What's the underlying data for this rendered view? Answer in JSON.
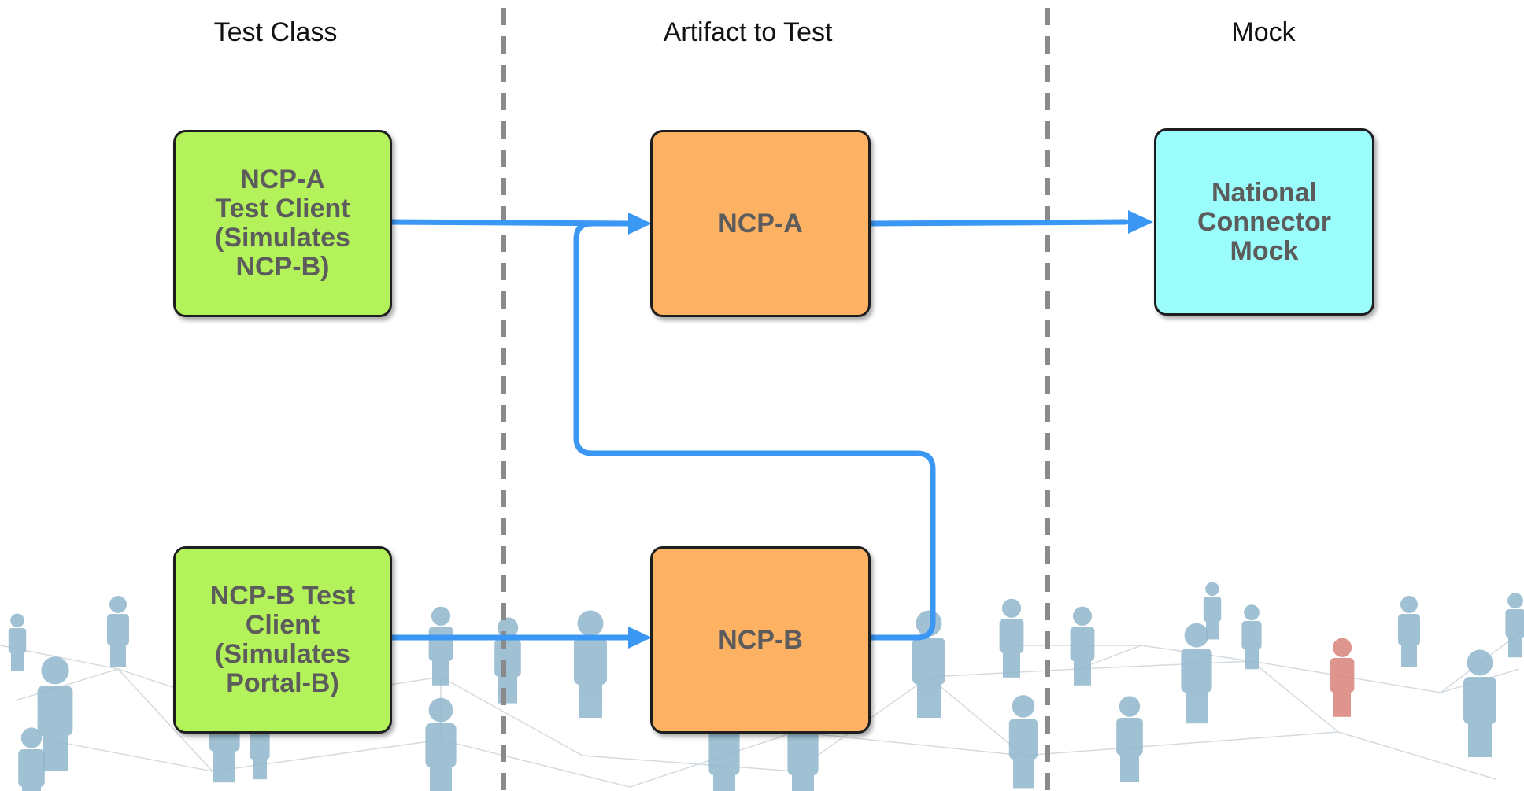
{
  "headers": {
    "test_class": "Test Class",
    "artifact": "Artifact to Test",
    "mock": "Mock"
  },
  "boxes": {
    "ncpa_client": "NCP-A\nTest Client\n(Simulates\nNCP-B)",
    "ncpb_client": "NCP-B Test\nClient\n(Simulates\nPortal-B)",
    "ncpa": "NCP-A",
    "ncpb": "NCP-B",
    "mock": "National\nConnector\nMock"
  },
  "colors": {
    "client_box": "#b3f25a",
    "artifact_box": "#fdb163",
    "mock_box": "#9bfcfc",
    "arrow": "#3a97f4",
    "divider": "#8a8a8a",
    "person": "#8fb7cc",
    "person_highlight": "#d9837a"
  }
}
